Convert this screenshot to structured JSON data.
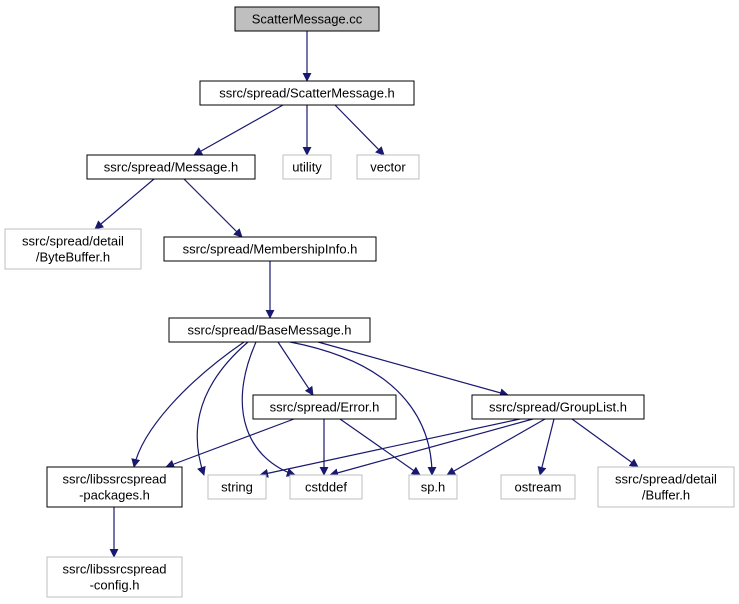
{
  "colors": {
    "edge": "#191970",
    "node_border": "#000000",
    "external_border": "#bfbfbf",
    "root_fill": "#bfbfbf",
    "background": "#ffffff"
  },
  "nodes": {
    "scattermessage_cc": {
      "lines": [
        "ScatterMessage.cc"
      ],
      "kind": "root"
    },
    "scattermessage_h": {
      "lines": [
        "ssrc/spread/ScatterMessage.h"
      ],
      "kind": "normal"
    },
    "message_h": {
      "lines": [
        "ssrc/spread/Message.h"
      ],
      "kind": "normal"
    },
    "utility": {
      "lines": [
        "utility"
      ],
      "kind": "external"
    },
    "vector": {
      "lines": [
        "vector"
      ],
      "kind": "external"
    },
    "bytebuffer_h": {
      "lines": [
        "ssrc/spread/detail",
        "/ByteBuffer.h"
      ],
      "kind": "external"
    },
    "membershipinfo_h": {
      "lines": [
        "ssrc/spread/MembershipInfo.h"
      ],
      "kind": "normal"
    },
    "basemessage_h": {
      "lines": [
        "ssrc/spread/BaseMessage.h"
      ],
      "kind": "normal"
    },
    "error_h": {
      "lines": [
        "ssrc/spread/Error.h"
      ],
      "kind": "normal"
    },
    "grouplist_h": {
      "lines": [
        "ssrc/spread/GroupList.h"
      ],
      "kind": "normal"
    },
    "packages_h": {
      "lines": [
        "ssrc/libssrcspread",
        "-packages.h"
      ],
      "kind": "normal"
    },
    "string": {
      "lines": [
        "string"
      ],
      "kind": "external"
    },
    "cstddef": {
      "lines": [
        "cstddef"
      ],
      "kind": "external"
    },
    "sp_h": {
      "lines": [
        "sp.h"
      ],
      "kind": "external"
    },
    "ostream": {
      "lines": [
        "ostream"
      ],
      "kind": "external"
    },
    "buffer_h": {
      "lines": [
        "ssrc/spread/detail",
        "/Buffer.h"
      ],
      "kind": "external"
    },
    "config_h": {
      "lines": [
        "ssrc/libssrcspread",
        "-config.h"
      ],
      "kind": "external"
    }
  },
  "edges": [
    [
      "scattermessage_cc",
      "scattermessage_h"
    ],
    [
      "scattermessage_h",
      "message_h"
    ],
    [
      "scattermessage_h",
      "utility"
    ],
    [
      "scattermessage_h",
      "vector"
    ],
    [
      "message_h",
      "bytebuffer_h"
    ],
    [
      "message_h",
      "membershipinfo_h"
    ],
    [
      "membershipinfo_h",
      "basemessage_h"
    ],
    [
      "basemessage_h",
      "packages_h"
    ],
    [
      "basemessage_h",
      "string"
    ],
    [
      "basemessage_h",
      "cstddef"
    ],
    [
      "basemessage_h",
      "error_h"
    ],
    [
      "basemessage_h",
      "sp_h"
    ],
    [
      "basemessage_h",
      "grouplist_h"
    ],
    [
      "error_h",
      "packages_h"
    ],
    [
      "error_h",
      "cstddef"
    ],
    [
      "error_h",
      "sp_h"
    ],
    [
      "grouplist_h",
      "string"
    ],
    [
      "grouplist_h",
      "cstddef"
    ],
    [
      "grouplist_h",
      "sp_h"
    ],
    [
      "grouplist_h",
      "ostream"
    ],
    [
      "grouplist_h",
      "buffer_h"
    ],
    [
      "packages_h",
      "config_h"
    ]
  ]
}
